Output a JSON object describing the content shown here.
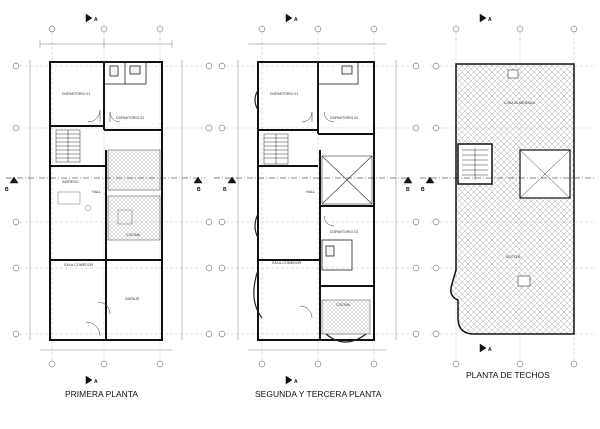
{
  "sheet": {
    "titles": {
      "first": "PRIMERA PLANTA",
      "second": "SEGUNDA Y TERCERA PLANTA",
      "roof": "PLANTA DE TECHOS"
    },
    "section_marks": {
      "a": "A",
      "b": "B"
    },
    "plans": {
      "first": {
        "rooms": {
          "dorm1": "DORMITORIO 01",
          "dorm2": "DORMITORIO 02",
          "hall": "HALL",
          "cocina": "COCINA",
          "sala": "SALA-COMEDOR",
          "garage": "GARAJE",
          "ingreso": "INGRESO"
        }
      },
      "second": {
        "rooms": {
          "dorm1": "DORMITORIO 01",
          "dorm2": "DORMITORIO 02",
          "dorm3": "DORMITORIO 03",
          "hall": "HALL",
          "cocina": "COCINA",
          "sala": "SALA-COMEDOR"
        }
      },
      "roof": {
        "rooms": {
          "top": "LOSA ALIGERADA",
          "azotea": "AZOTEA"
        }
      }
    }
  }
}
